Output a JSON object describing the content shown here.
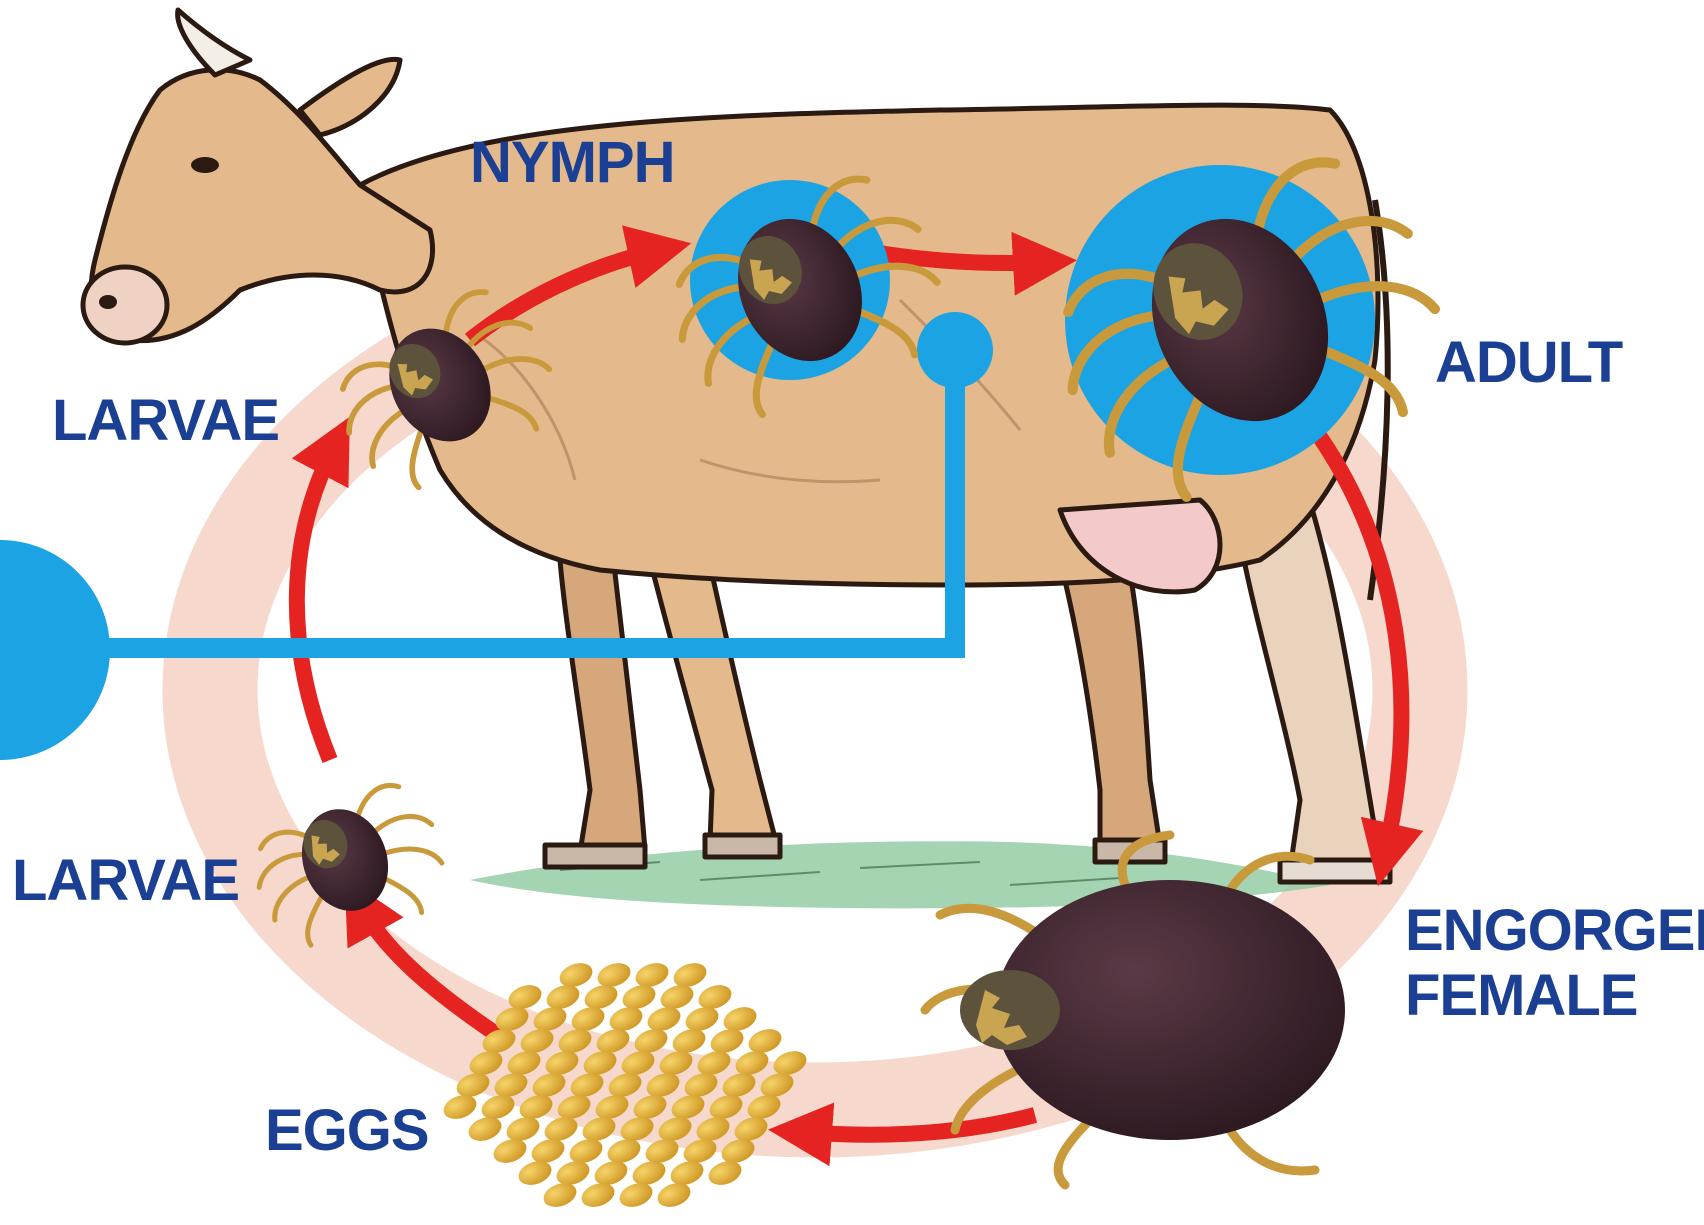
{
  "diagram": {
    "kind": "tick life cycle",
    "host": "cow",
    "cycle_order": [
      "larvae_egg",
      "larvae_host",
      "nymph",
      "adult",
      "engorged_female",
      "eggs"
    ]
  },
  "labels": {
    "nymph": "NYMPH",
    "adult": "ADULT",
    "larvae_host": "LARVAE",
    "larvae_egg": "LARVAE",
    "engorged_line1": "ENGORGED",
    "engorged_line2": "FEMALE",
    "eggs": "EGGS"
  },
  "colors": {
    "label": "#1b3f93",
    "arrow": "#e52421",
    "ring": "#f6d9cc",
    "highlight": "#1ca3e3",
    "tick_body": "#3e2530",
    "tick_shield": "#5d523c",
    "tick_legs": "#c99a3c",
    "egg": "#e7b43c",
    "cow_body": "#e4b98c",
    "cow_outline": "#2a1a12",
    "udder": "#f3c9c9",
    "grass": "#8fc9a0"
  }
}
